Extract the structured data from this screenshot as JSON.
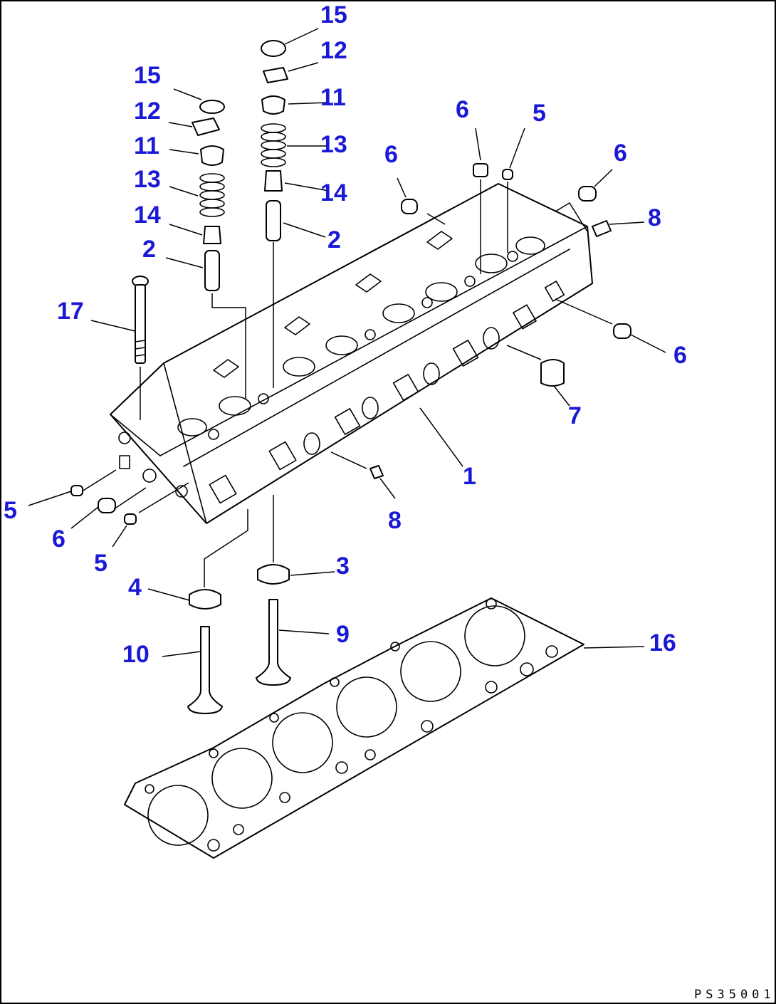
{
  "drawing_code": "PS35001",
  "callouts": [
    {
      "label": "15"
    },
    {
      "label": "12"
    },
    {
      "label": "11"
    },
    {
      "label": "13"
    },
    {
      "label": "14"
    },
    {
      "label": "2"
    },
    {
      "label": "15"
    },
    {
      "label": "12"
    },
    {
      "label": "11"
    },
    {
      "label": "13"
    },
    {
      "label": "14"
    },
    {
      "label": "2"
    },
    {
      "label": "17"
    },
    {
      "label": "6"
    },
    {
      "label": "6"
    },
    {
      "label": "5"
    },
    {
      "label": "6"
    },
    {
      "label": "8"
    },
    {
      "label": "6"
    },
    {
      "label": "7"
    },
    {
      "label": "1"
    },
    {
      "label": "8"
    },
    {
      "label": "5"
    },
    {
      "label": "6"
    },
    {
      "label": "5"
    },
    {
      "label": "3"
    },
    {
      "label": "4"
    },
    {
      "label": "9"
    },
    {
      "label": "10"
    },
    {
      "label": "16"
    }
  ],
  "colors": {
    "callout": "#1a1ad6",
    "line": "#000000",
    "background": "#ffffff"
  }
}
